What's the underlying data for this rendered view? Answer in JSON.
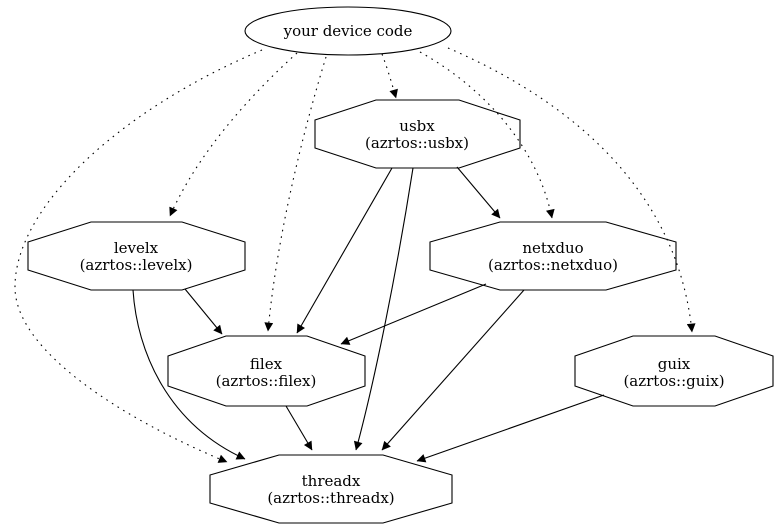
{
  "diagram": {
    "type": "dependency-graph",
    "background_color": "#ffffff",
    "line_color": "#000000",
    "nodes": {
      "device": {
        "label": "your device code",
        "shape": "ellipse"
      },
      "usbx": {
        "label": "usbx",
        "sublabel": "(azrtos::usbx)",
        "shape": "octagon"
      },
      "levelx": {
        "label": "levelx",
        "sublabel": "(azrtos::levelx)",
        "shape": "octagon"
      },
      "netxduo": {
        "label": "netxduo",
        "sublabel": "(azrtos::netxduo)",
        "shape": "octagon"
      },
      "filex": {
        "label": "filex",
        "sublabel": "(azrtos::filex)",
        "shape": "octagon"
      },
      "guix": {
        "label": "guix",
        "sublabel": "(azrtos::guix)",
        "shape": "octagon"
      },
      "threadx": {
        "label": "threadx",
        "sublabel": "(azrtos::threadx)",
        "shape": "octagon"
      }
    },
    "edges": [
      {
        "from": "your device code",
        "to": "usbx",
        "style": "dotted"
      },
      {
        "from": "your device code",
        "to": "levelx",
        "style": "dotted"
      },
      {
        "from": "your device code",
        "to": "filex",
        "style": "dotted"
      },
      {
        "from": "your device code",
        "to": "netxduo",
        "style": "dotted"
      },
      {
        "from": "your device code",
        "to": "guix",
        "style": "dotted"
      },
      {
        "from": "your device code",
        "to": "threadx",
        "style": "dotted"
      },
      {
        "from": "usbx",
        "to": "netxduo",
        "style": "solid"
      },
      {
        "from": "usbx",
        "to": "filex",
        "style": "solid"
      },
      {
        "from": "usbx",
        "to": "threadx",
        "style": "solid"
      },
      {
        "from": "levelx",
        "to": "filex",
        "style": "solid"
      },
      {
        "from": "levelx",
        "to": "threadx",
        "style": "solid"
      },
      {
        "from": "netxduo",
        "to": "filex",
        "style": "solid"
      },
      {
        "from": "netxduo",
        "to": "threadx",
        "style": "solid"
      },
      {
        "from": "filex",
        "to": "threadx",
        "style": "solid"
      },
      {
        "from": "guix",
        "to": "threadx",
        "style": "solid"
      }
    ]
  }
}
